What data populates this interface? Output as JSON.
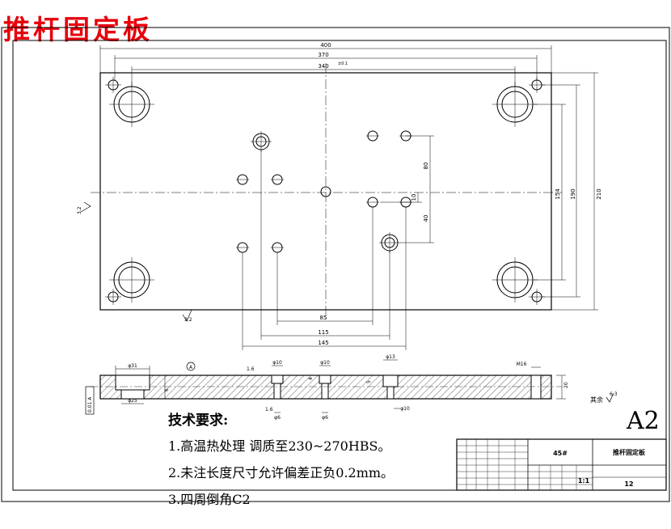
{
  "title": "推杆固定板",
  "sheet_size": "A2",
  "tech": {
    "heading": "技术要求:",
    "items": [
      "1.高温热处理 调质至230~270HBS。",
      "2.未注长度尺寸允许偏差正负0.2mm。",
      "3.四周倒角C2"
    ]
  },
  "dims": {
    "w400": "400",
    "w370": "370",
    "w340": "340",
    "h210": "210",
    "h190": "190",
    "h154": "154",
    "v80": "80",
    "v40": "40",
    "v10": "10",
    "b85": "85",
    "b115": "115",
    "b145": "145",
    "tol": "±0.1",
    "roughness_main": "3.2",
    "roughness_left": "3.2",
    "roughness_rest": "6.3",
    "rest_label": "其余",
    "d31": "φ31",
    "d25": "φ25",
    "d10a": "φ10",
    "d10b": "φ10",
    "d13": "φ13",
    "m16": "M16",
    "d6a": "φ6",
    "d6b": "φ6",
    "d10c": "φ10",
    "t20": "20",
    "t6": "6",
    "t4": "4",
    "t5": "5",
    "r16": "1.6",
    "r16b": "1.6",
    "datum": "A",
    "flat_tol": "0.01 A"
  },
  "titleblock": {
    "material": "45#",
    "name": "推杆固定板",
    "scale": "1:1",
    "number": "12"
  }
}
